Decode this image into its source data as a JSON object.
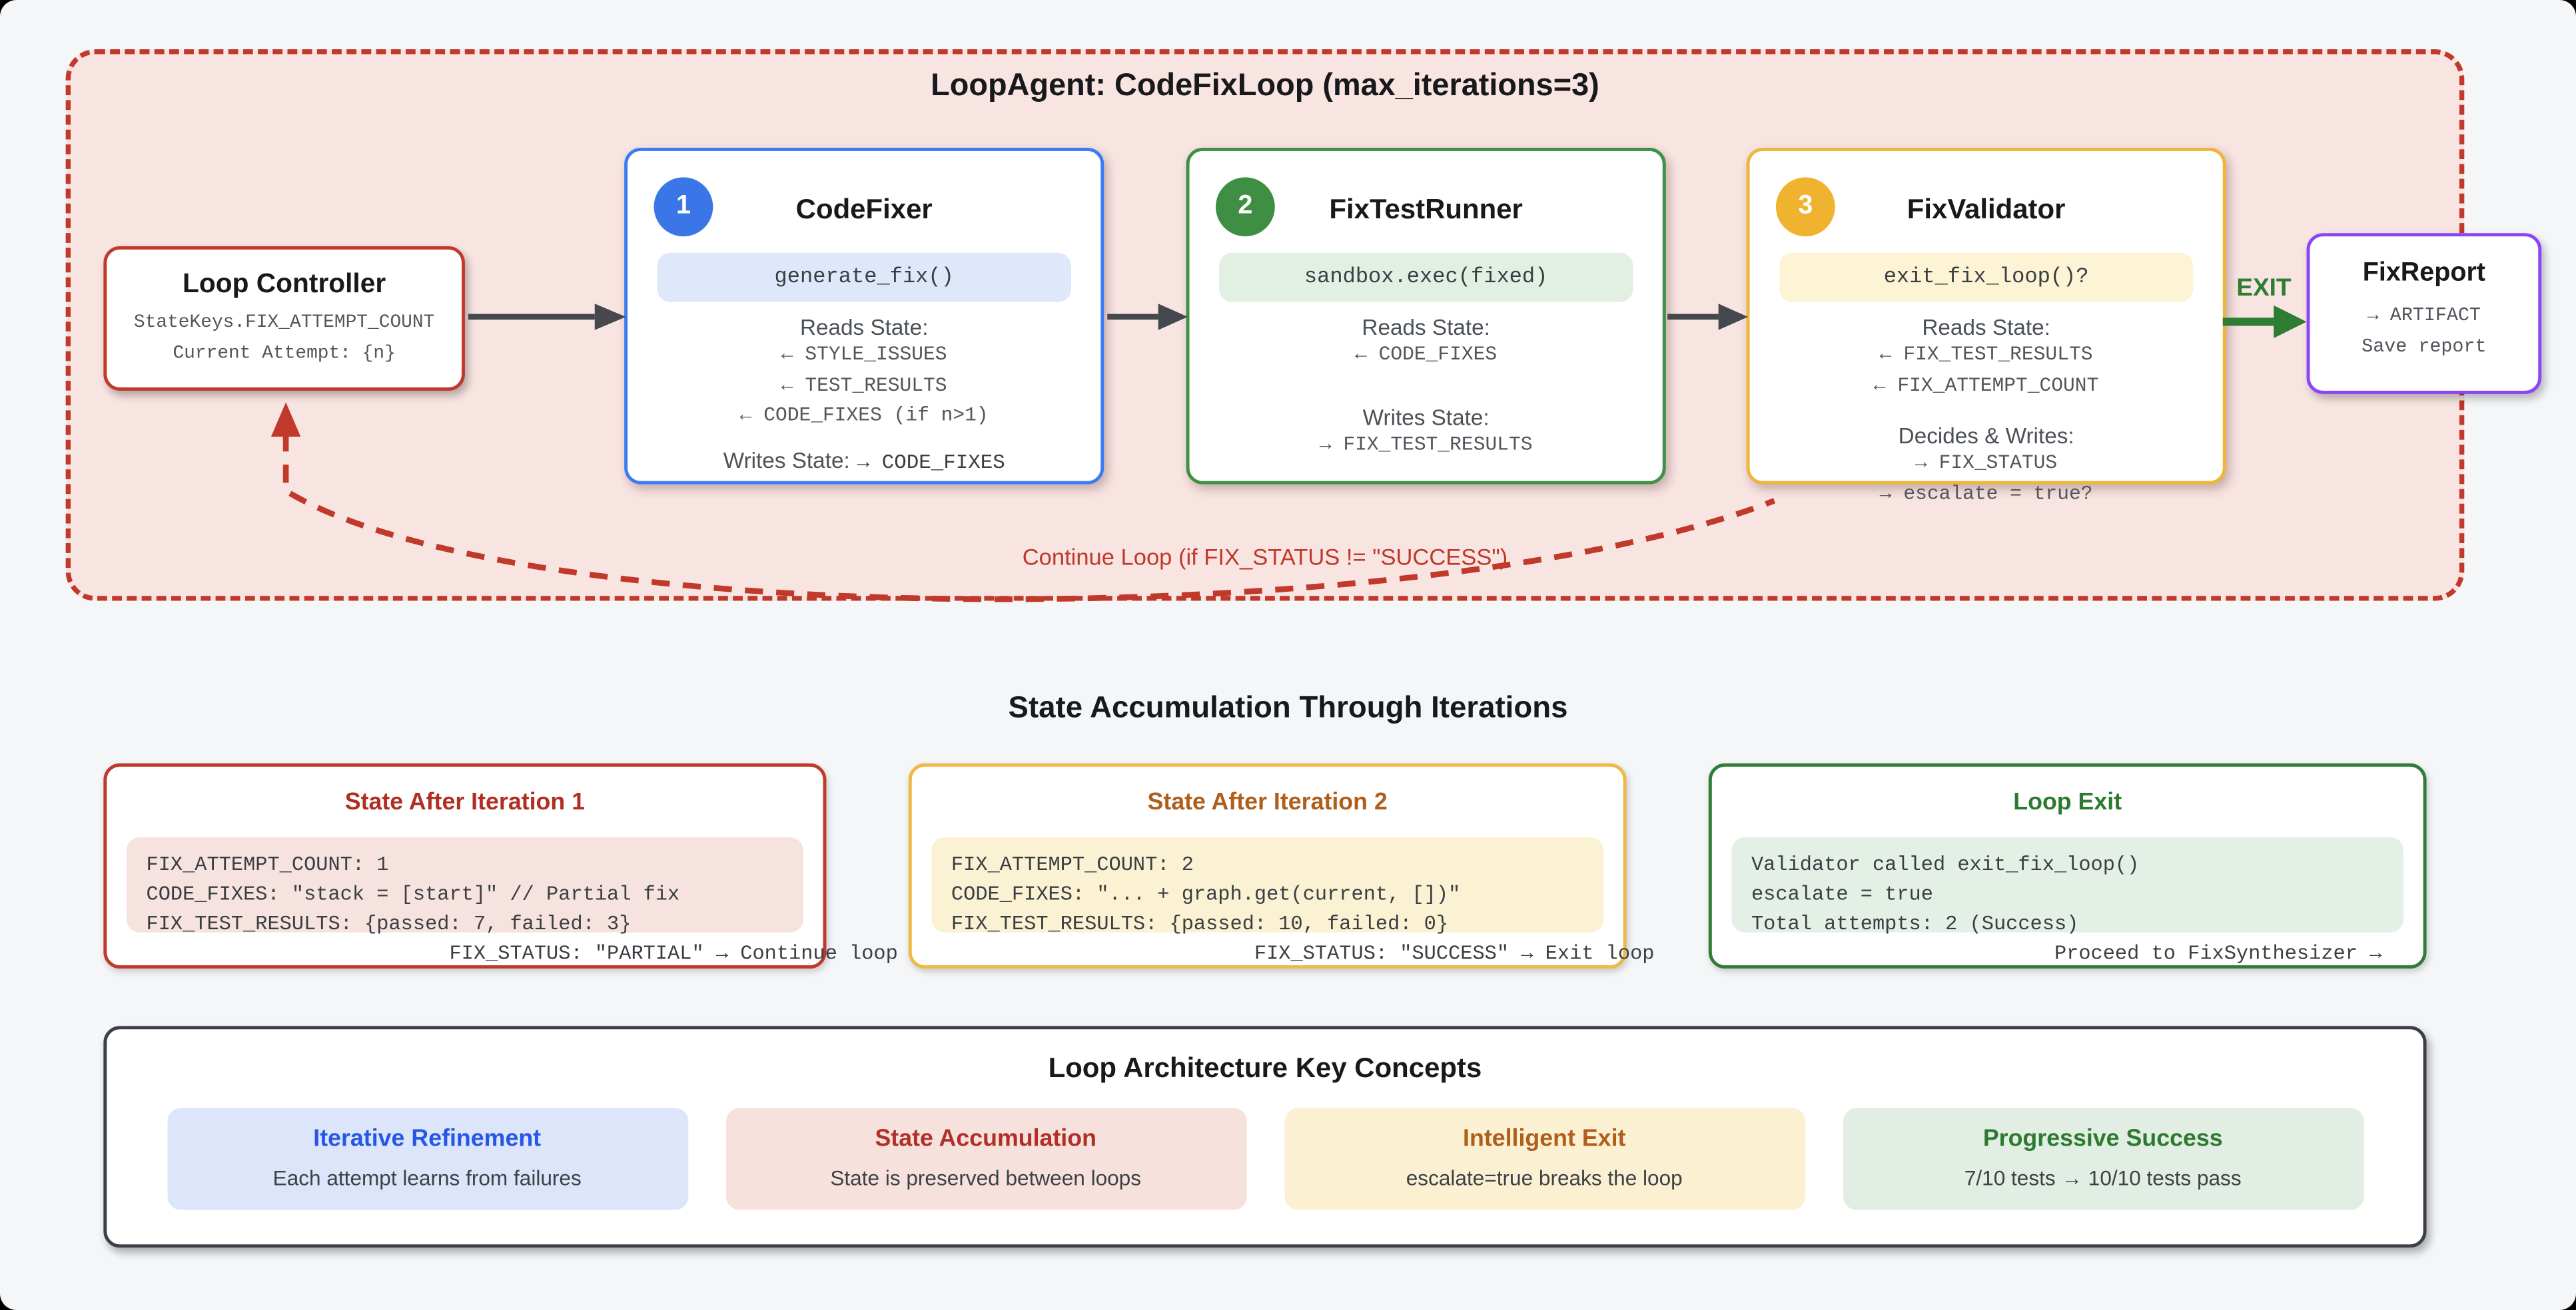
{
  "loop_container": {
    "title": "LoopAgent: CodeFixLoop (max_iterations=3)",
    "controller": {
      "title": "Loop Controller",
      "line1": "StateKeys.FIX_ATTEMPT_COUNT",
      "line2": "Current Attempt: {n}"
    },
    "agents": [
      {
        "badge": "1",
        "title": "CodeFixer",
        "pill": "generate_fix()",
        "reads_label": "Reads State:",
        "reads": [
          "← STYLE_ISSUES",
          "← TEST_RESULTS",
          "← CODE_FIXES (if n>1)"
        ],
        "writes_label": "Writes State:",
        "writes_value": "→ CODE_FIXES"
      },
      {
        "badge": "2",
        "title": "FixTestRunner",
        "pill": "sandbox.exec(fixed)",
        "reads_label": "Reads State:",
        "reads": [
          "← CODE_FIXES"
        ],
        "writes_label": "Writes State:",
        "writes": [
          "→ FIX_TEST_RESULTS"
        ]
      },
      {
        "badge": "3",
        "title": "FixValidator",
        "pill": "exit_fix_loop()?",
        "reads_label": "Reads State:",
        "reads": [
          "← FIX_TEST_RESULTS",
          "← FIX_ATTEMPT_COUNT"
        ],
        "writes_label": "Decides & Writes:",
        "writes": [
          "→ FIX_STATUS",
          "→ escalate = true?"
        ]
      }
    ],
    "exit_label": "EXIT",
    "continue_label": "Continue Loop (if FIX_STATUS != \"SUCCESS\")",
    "report": {
      "title": "FixReport",
      "line1": "→ ARTIFACT",
      "line2": "Save report"
    }
  },
  "state_section": {
    "title": "State Accumulation Through Iterations",
    "cards": [
      {
        "title": "State After Iteration 1",
        "code": [
          "FIX_ATTEMPT_COUNT: 1",
          "CODE_FIXES: \"stack = [start]\" // Partial fix",
          "FIX_TEST_RESULTS: {passed: 7, failed: 3}",
          "                         FIX_STATUS: \"PARTIAL\" → Continue loop"
        ]
      },
      {
        "title": "State After Iteration 2",
        "code": [
          "FIX_ATTEMPT_COUNT: 2",
          "CODE_FIXES: \"... + graph.get(current, [])\"",
          "FIX_TEST_RESULTS: {passed: 10, failed: 0}",
          "                         FIX_STATUS: \"SUCCESS\" → Exit loop"
        ]
      },
      {
        "title": "Loop Exit",
        "code": [
          "Validator called exit_fix_loop()",
          "escalate = true",
          "Total attempts: 2 (Success)",
          "                         Proceed to FixSynthesizer →"
        ]
      }
    ]
  },
  "concepts": {
    "title": "Loop Architecture Key Concepts",
    "items": [
      {
        "title": "Iterative Refinement",
        "desc": "Each attempt learns from failures"
      },
      {
        "title": "State Accumulation",
        "desc": "State is preserved between loops"
      },
      {
        "title": "Intelligent Exit",
        "desc": "escalate=true breaks the loop"
      },
      {
        "title": "Progressive Success",
        "desc": "7/10 tests → 10/10 tests pass"
      }
    ]
  }
}
